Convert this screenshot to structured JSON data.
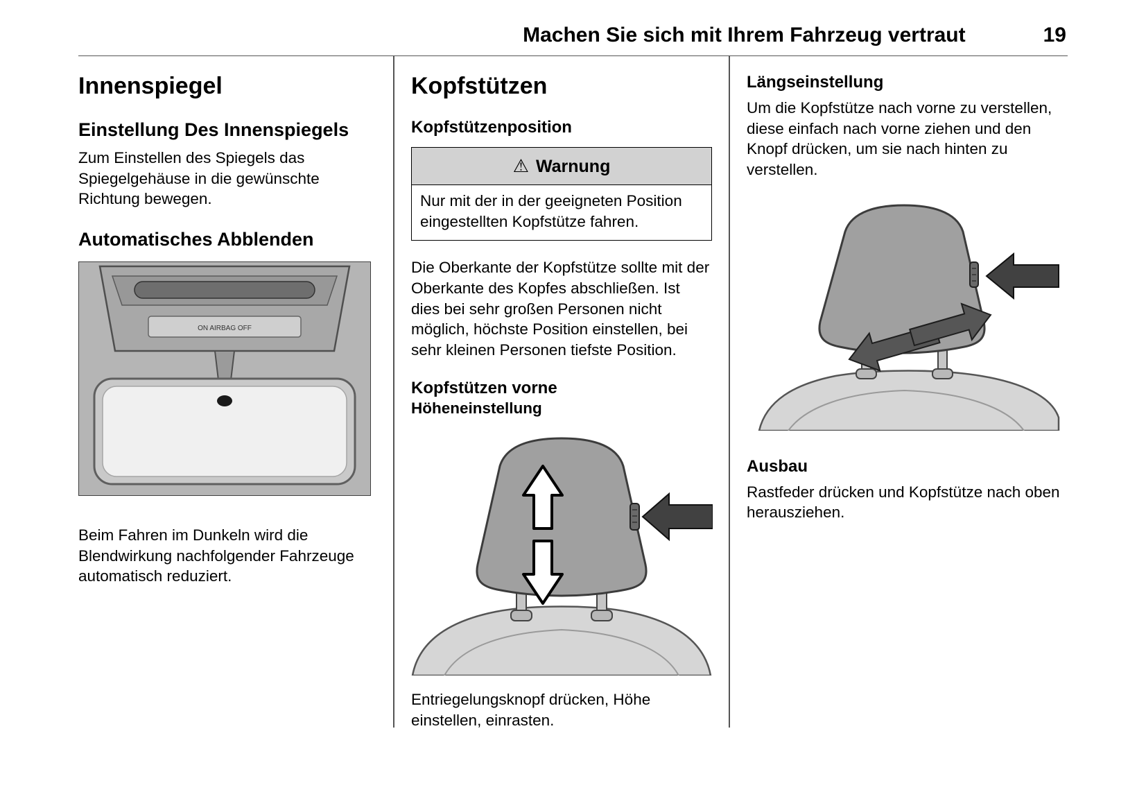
{
  "header": {
    "title": "Machen Sie sich mit Ihrem Fahrzeug vertraut",
    "page_number": "19"
  },
  "columns": {
    "left": {
      "title": "Innenspiegel",
      "section1": {
        "title": "Einstellung Des Innenspiegels",
        "body": "Zum Einstellen des Spiegels das Spiegelgehäuse in die gewünschte Richtung bewegen."
      },
      "section2": {
        "title": "Automatisches Abblenden",
        "body": "Beim Fahren im Dunkeln wird die Blendwirkung nachfolgender Fahrzeuge automatisch reduziert."
      },
      "mirror_console_label": "ON  AIRBAG  OFF"
    },
    "middle": {
      "title": "Kopfstützen",
      "section1_title": "Kopfstützenposition",
      "warning": {
        "icon_glyph": "⚠",
        "title": "Warnung",
        "body": "Nur mit der in der geeigneten Position eingestellten Kopfstütze fahren."
      },
      "body": "Die Oberkante der Kopfstütze sollte mit der Oberkante des Kopfes abschließen. Ist dies bei sehr großen Personen nicht möglich, höchste Position einstellen, bei sehr kleinen Personen tiefste Position.",
      "section2_title": "Kopfstützen vorne",
      "section2_subtitle": "Höheneinstellung",
      "caption": "Entriegelungsknopf drücken, Höhe einstellen, einrasten."
    },
    "right": {
      "section1_title": "Längseinstellung",
      "section1_body": "Um die Kopfstütze nach vorne zu verstellen, diese einfach nach vorne ziehen und den Knopf drücken, um sie nach hinten zu verstellen.",
      "section2_title": "Ausbau",
      "section2_body": "Rastfeder drücken und Kopfstütze nach oben herausziehen."
    }
  }
}
